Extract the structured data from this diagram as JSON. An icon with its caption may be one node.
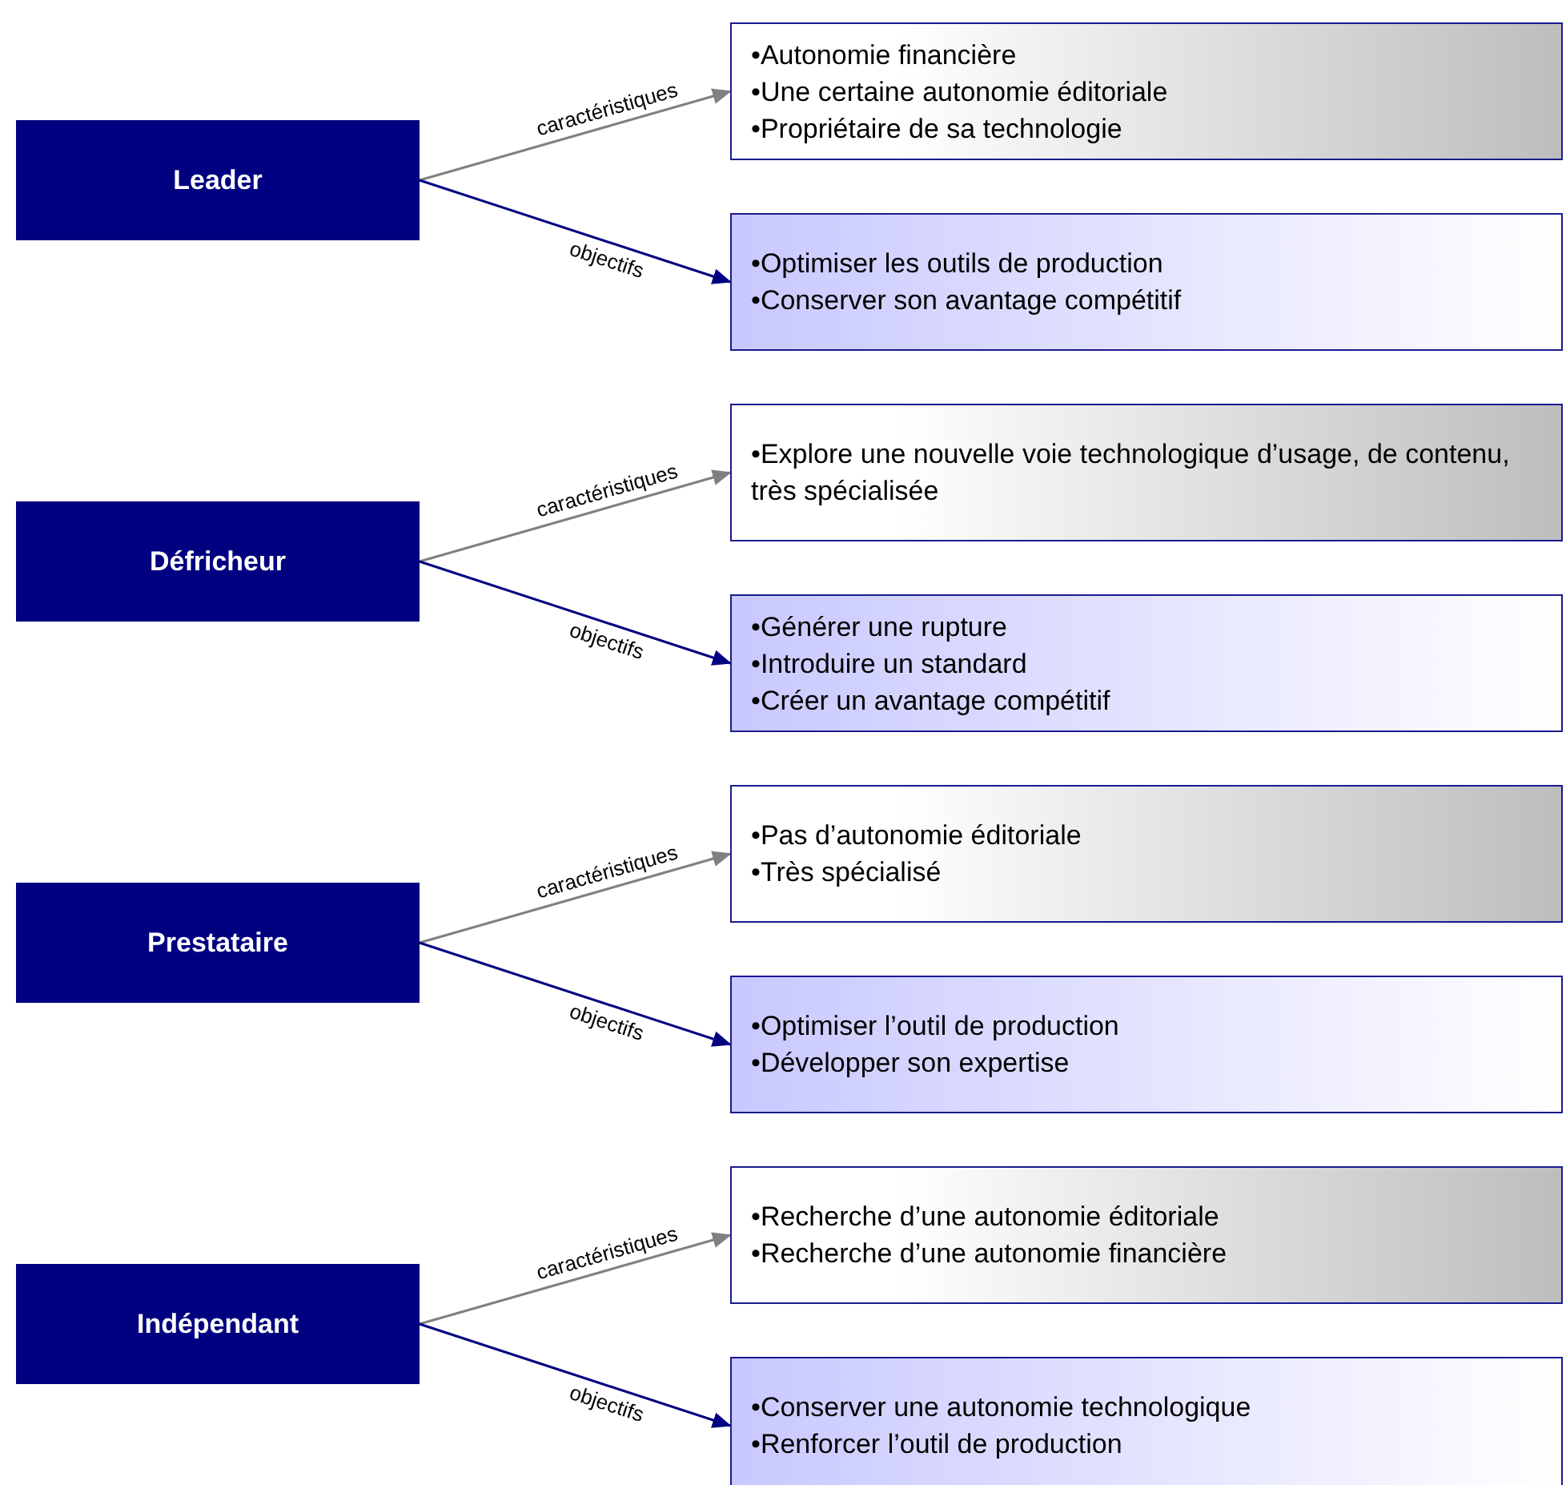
{
  "diagram": {
    "nodes": [
      {
        "text": [
          "•Autonomie financière",
          "•Une certaine autonomie éditoriale",
          "•Propriétaire de sa technologie"
        ]
      },
      {
        "text": [
          "Leader"
        ]
      },
      {
        "text": [
          "•Optimiser les outils de production",
          "•Conserver son avantage compétitif"
        ]
      },
      {
        "text": [
          "•Explore une nouvelle voie technologique d’usage, de contenu, très spécialisée"
        ]
      },
      {
        "text": [
          "Défricheur"
        ]
      },
      {
        "text": [
          "•Générer une rupture",
          "•Introduire un standard",
          "•Créer un avantage compétitif"
        ]
      },
      {
        "text": [
          "•Pas d’autonomie éditoriale",
          "•Très spécialisé"
        ]
      },
      {
        "text": [
          "Prestataire"
        ]
      },
      {
        "text": [
          "•Optimiser l’outil de production",
          "•Développer son expertise"
        ]
      },
      {
        "text": [
          "•Recherche d’une autonomie éditoriale",
          "•Recherche d’une autonomie financière"
        ]
      },
      {
        "text": [
          "Indépendant"
        ]
      },
      {
        "text": [
          "•Conserver une autonomie technologique",
          "•Renforcer l’outil de production"
        ]
      }
    ],
    "edges": [
      {
        "from": 1,
        "to": 0,
        "arrow": "to",
        "label": "caractéristiques",
        "color": "#808080"
      },
      {
        "from": 1,
        "to": 2,
        "arrow": "to",
        "label": "objectifs",
        "color": "#000080"
      },
      {
        "from": 4,
        "to": 3,
        "arrow": "to",
        "label": "caractéristiques",
        "color": "#808080"
      },
      {
        "from": 4,
        "to": 5,
        "arrow": "to",
        "label": "objectifs",
        "color": "#000080"
      },
      {
        "from": 7,
        "to": 6,
        "arrow": "to",
        "label": "caractéristiques",
        "color": "#808080"
      },
      {
        "from": 7,
        "to": 8,
        "arrow": "to",
        "label": "objectifs",
        "color": "#000080"
      },
      {
        "from": 10,
        "to": 9,
        "arrow": "to",
        "label": "caractéristiques",
        "color": "#808080"
      },
      {
        "from": 10,
        "to": 11,
        "arrow": "to",
        "label": "objectifs",
        "color": "#000080"
      }
    ]
  }
}
